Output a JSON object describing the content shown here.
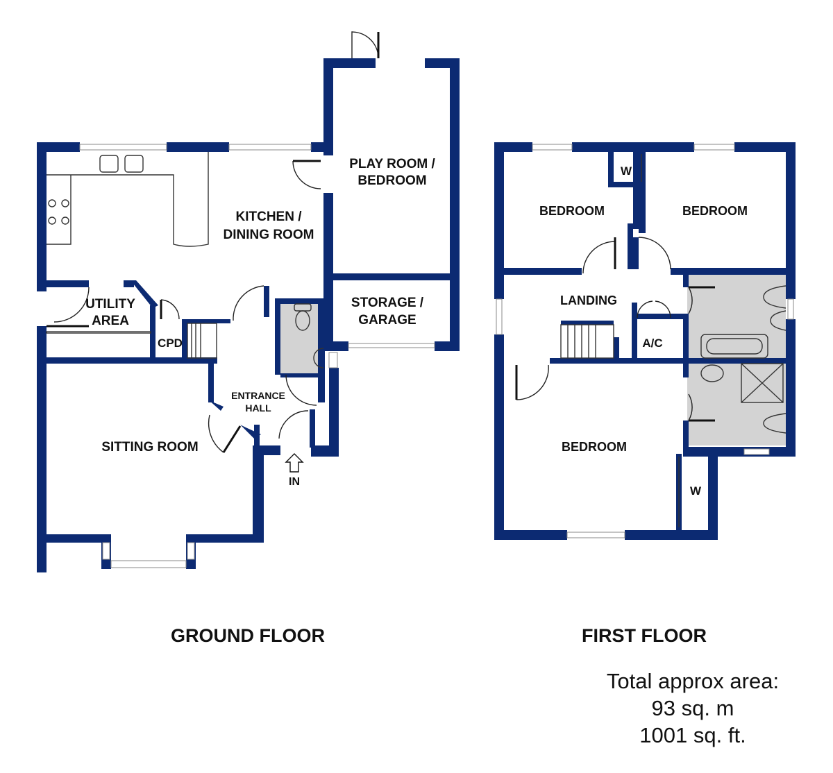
{
  "ground_floor": {
    "title": "GROUND FLOOR",
    "rooms": {
      "kitchen_line1": "KITCHEN /",
      "kitchen_line2": "DINING ROOM",
      "play_line1": "PLAY ROOM /",
      "play_line2": "BEDROOM",
      "utility_line1": "UTILITY",
      "utility_line2": "AREA",
      "cpd": "CPD",
      "storage_line1": "STORAGE /",
      "storage_line2": "GARAGE",
      "hall_line1": "ENTRANCE",
      "hall_line2": "HALL",
      "sitting": "SITTING ROOM",
      "entrance": "IN"
    }
  },
  "first_floor": {
    "title": "FIRST FLOOR",
    "rooms": {
      "bedroom_left": "BEDROOM",
      "bedroom_right": "BEDROOM",
      "wardrobe_top": "W",
      "landing": "LANDING",
      "airing_cupboard": "A/C",
      "bedroom_main": "BEDROOM",
      "wardrobe_main": "W"
    }
  },
  "area": {
    "line1": "Total approx area:",
    "line2": "93 sq. m",
    "line3": "1001 sq. ft."
  },
  "colors": {
    "wall": "#0c2a72",
    "wet_room": "#d3d3d3"
  }
}
